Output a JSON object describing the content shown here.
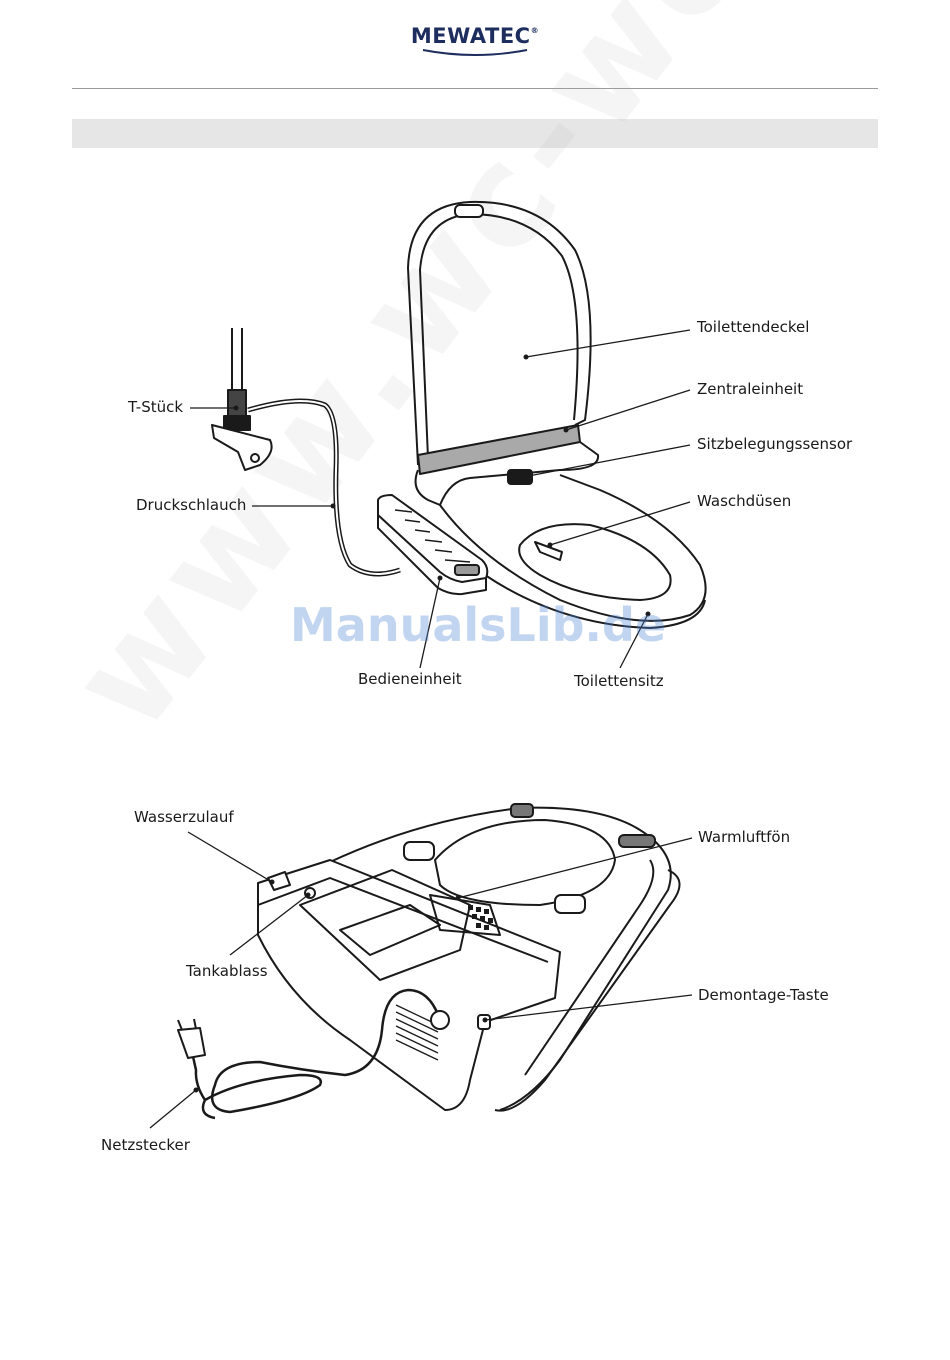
{
  "brand": {
    "name": "MEWATEC",
    "registered": "®"
  },
  "watermark": {
    "manualslib": "ManualsLib.de",
    "diagonal": "www.wc-welt.de"
  },
  "figure_top": {
    "labels": {
      "toilettendeckel": "Toilettendeckel",
      "zentraleinheit": "Zentraleinheit",
      "sitzbelegungssensor": "Sitzbelegungssensor",
      "waschduesen": "Waschdüsen",
      "t_stueck": "T-Stück",
      "druckschlauch": "Druckschlauch",
      "bedieneinheit": "Bedieneinheit",
      "toilettensitz": "Toilettensitz"
    }
  },
  "figure_bottom": {
    "labels": {
      "wasserzulauf": "Wasserzulauf",
      "warmluftfoen": "Warmluftfön",
      "tankablass": "Tankablass",
      "demontage_taste": "Demontage-Taste",
      "netzstecker": "Netzstecker"
    }
  }
}
